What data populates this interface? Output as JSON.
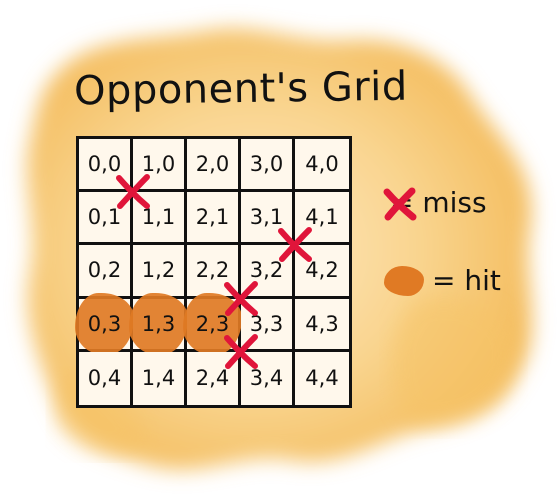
{
  "title": "Opponent's Grid",
  "grid": {
    "cells": [
      {
        "label": "0,0",
        "state": "none"
      },
      {
        "label": "1,0",
        "state": "none"
      },
      {
        "label": "2,0",
        "state": "none"
      },
      {
        "label": "3,0",
        "state": "none"
      },
      {
        "label": "4,0",
        "state": "none"
      },
      {
        "label": "0,1",
        "state": "none"
      },
      {
        "label": "1,1",
        "state": "miss"
      },
      {
        "label": "2,1",
        "state": "none"
      },
      {
        "label": "3,1",
        "state": "none"
      },
      {
        "label": "4,1",
        "state": "none"
      },
      {
        "label": "0,2",
        "state": "none"
      },
      {
        "label": "1,2",
        "state": "none"
      },
      {
        "label": "2,2",
        "state": "none"
      },
      {
        "label": "3,2",
        "state": "none"
      },
      {
        "label": "4,2",
        "state": "miss"
      },
      {
        "label": "0,3",
        "state": "hit"
      },
      {
        "label": "1,3",
        "state": "hit"
      },
      {
        "label": "2,3",
        "state": "hit"
      },
      {
        "label": "3,3",
        "state": "miss"
      },
      {
        "label": "4,3",
        "state": "none"
      },
      {
        "label": "0,4",
        "state": "none"
      },
      {
        "label": "1,4",
        "state": "none"
      },
      {
        "label": "2,4",
        "state": "none"
      },
      {
        "label": "3,4",
        "state": "miss"
      },
      {
        "label": "4,4",
        "state": "none"
      }
    ]
  },
  "legend": {
    "miss_label": "= miss",
    "hit_label": "= hit"
  },
  "colors": {
    "background_wash": "#f7c56a",
    "hit": "#e07a24",
    "miss": "#e0153a",
    "ink": "#111111"
  }
}
